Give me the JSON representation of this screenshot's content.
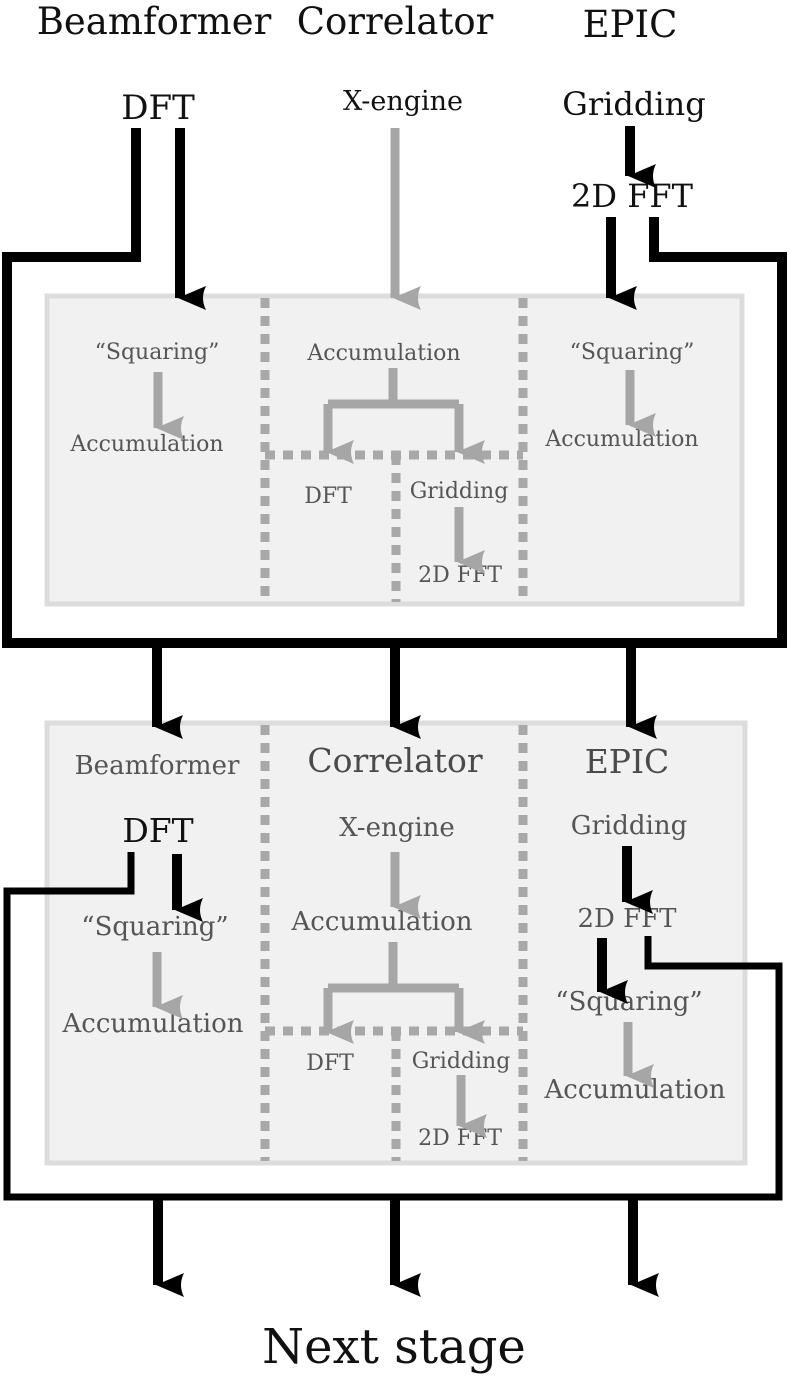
{
  "colors": {
    "black_flow": "#000000",
    "gray_flow": "#a6a6a6",
    "panel_fill": "#f1f1f1",
    "panel_border": "#dcdcdc",
    "divider": "#a8a8a8"
  },
  "top": {
    "beamformer": "Beamformer",
    "correlator": "Correlator",
    "epic": "EPIC",
    "dft": "DFT",
    "xengine": "X-engine",
    "gridding": "Gridding",
    "fft2d": "2D FFT"
  },
  "panel1": {
    "squaring_left": "“Squaring”",
    "accum_left": "Accumulation",
    "accum_mid": "Accumulation",
    "dft_mid": "DFT",
    "gridding_mid": "Gridding",
    "fft_mid": "2D FFT",
    "squaring_right": "“Squaring”",
    "accum_right": "Accumulation"
  },
  "panel2": {
    "beamformer": "Beamformer",
    "correlator": "Correlator",
    "epic": "EPIC",
    "dft": "DFT",
    "squaring_left": "“Squaring”",
    "accum_left": "Accumulation",
    "xengine": "X-engine",
    "accum_mid": "Accumulation",
    "dft_mid": "DFT",
    "gridding_mid": "Gridding",
    "fft_mid": "2D FFT",
    "gridding_right": "Gridding",
    "fft_right": "2D FFT",
    "squaring_right": "“Squaring”",
    "accum_right": "Accumulation"
  },
  "footer": {
    "next_stage": "Next stage"
  }
}
